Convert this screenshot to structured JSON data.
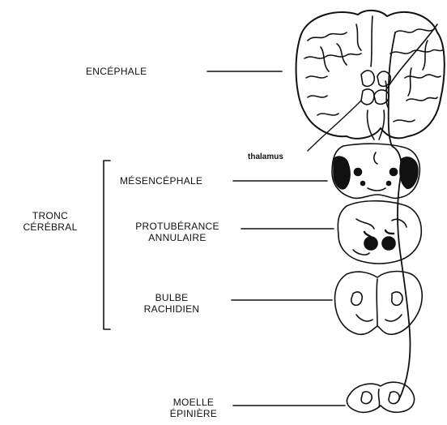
{
  "labels": {
    "encephale": "ENCÉPHALE",
    "thalamus": "thalamus",
    "tronc_line1": "TRONC",
    "tronc_line2": "CÉRÉBRAL",
    "mesencephale": "MÉSENCÉPHALE",
    "protuberance_line1": "PROTUBÉRANCE",
    "protuberance_line2": "ANNULAIRE",
    "bulbe_line1": "BULBE",
    "bulbe_line2": "RACHIDIEN",
    "moelle_line1": "MOELLE",
    "moelle_line2": "ÉPINIÈRE"
  },
  "colors": {
    "ink": "#111111",
    "background": "#ffffff"
  }
}
